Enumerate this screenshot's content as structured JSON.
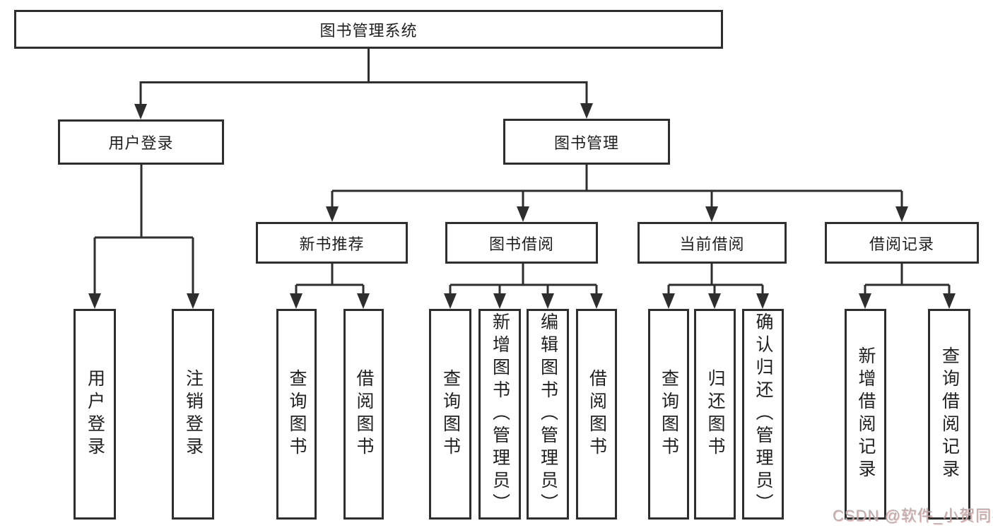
{
  "diagram": {
    "type": "hierarchy",
    "tree": {
      "root": {
        "label": "图书管理系统",
        "children": [
          {
            "label": "用户登录",
            "children": [
              {
                "label": "用户登录"
              },
              {
                "label": "注销登录"
              }
            ]
          },
          {
            "label": "图书管理",
            "children": [
              {
                "label": "新书推荐",
                "children": [
                  {
                    "label": "查询图书"
                  },
                  {
                    "label": "借阅图书"
                  }
                ]
              },
              {
                "label": "图书借阅",
                "children": [
                  {
                    "label": "查询图书"
                  },
                  {
                    "label": "新增图书（管理员）"
                  },
                  {
                    "label": "编辑图书（管理员）"
                  },
                  {
                    "label": "借阅图书"
                  }
                ]
              },
              {
                "label": "当前借阅",
                "children": [
                  {
                    "label": "查询图书"
                  },
                  {
                    "label": "归还图书"
                  },
                  {
                    "label": "确认归还（管理员）"
                  }
                ]
              },
              {
                "label": "借阅记录",
                "children": [
                  {
                    "label": "新增借阅记录"
                  },
                  {
                    "label": "查询借阅记录"
                  }
                ]
              }
            ]
          }
        ]
      }
    },
    "colors": {
      "line": "#2e2e2e",
      "box_border": "#2e2e2e",
      "text": "#1f1f1f",
      "background": "#ffffff",
      "watermark": "#b6aeae"
    }
  },
  "watermark": {
    "text": "CSDN @软件_小贺同学"
  }
}
